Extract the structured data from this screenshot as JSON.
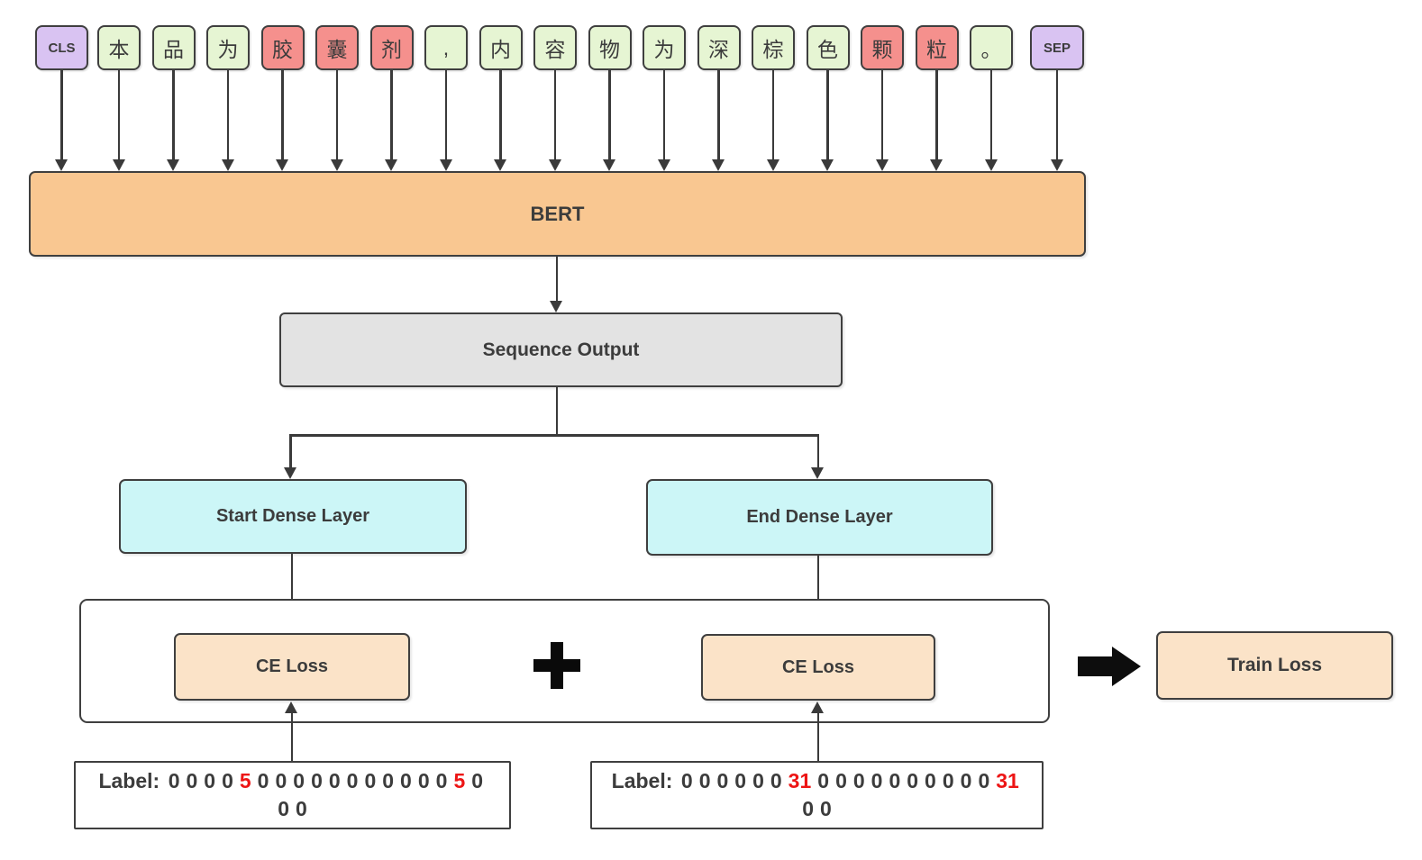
{
  "tokens": [
    {
      "text": "CLS",
      "type": "special"
    },
    {
      "text": "本",
      "type": "normal"
    },
    {
      "text": "品",
      "type": "normal"
    },
    {
      "text": "为",
      "type": "normal"
    },
    {
      "text": "胶",
      "type": "entity"
    },
    {
      "text": "囊",
      "type": "entity"
    },
    {
      "text": "剂",
      "type": "entity"
    },
    {
      "text": ",",
      "type": "normal"
    },
    {
      "text": "内",
      "type": "normal"
    },
    {
      "text": "容",
      "type": "normal"
    },
    {
      "text": "物",
      "type": "normal"
    },
    {
      "text": "为",
      "type": "normal"
    },
    {
      "text": "深",
      "type": "normal"
    },
    {
      "text": "棕",
      "type": "normal"
    },
    {
      "text": "色",
      "type": "normal"
    },
    {
      "text": "颗",
      "type": "entity"
    },
    {
      "text": "粒",
      "type": "entity"
    },
    {
      "text": "。",
      "type": "normal"
    },
    {
      "text": "SEP",
      "type": "special"
    }
  ],
  "boxes": {
    "bert": "BERT",
    "sequence_output": "Sequence Output",
    "start_dense": "Start Dense Layer",
    "end_dense": "End Dense Layer",
    "ce_loss_left": "CE Loss",
    "ce_loss_right": "CE Loss",
    "plus": "+",
    "train_loss": "Train Loss"
  },
  "start_label": {
    "prefix": "Label:",
    "lines": [
      [
        {
          "v": "0"
        },
        {
          "v": "0"
        },
        {
          "v": "0"
        },
        {
          "v": "0"
        },
        {
          "v": "5",
          "red": true
        },
        {
          "v": "0"
        },
        {
          "v": "0"
        },
        {
          "v": "0"
        },
        {
          "v": "0"
        },
        {
          "v": "0"
        },
        {
          "v": "0"
        },
        {
          "v": "0"
        },
        {
          "v": "0"
        },
        {
          "v": "0"
        },
        {
          "v": "0"
        },
        {
          "v": "0"
        },
        {
          "v": "5",
          "red": true
        },
        {
          "v": "0"
        }
      ],
      [
        {
          "v": "0"
        },
        {
          "v": "0"
        }
      ]
    ]
  },
  "end_label": {
    "prefix": "Label:",
    "lines": [
      [
        {
          "v": "0"
        },
        {
          "v": "0"
        },
        {
          "v": "0"
        },
        {
          "v": "0"
        },
        {
          "v": "0"
        },
        {
          "v": "0"
        },
        {
          "v": "31",
          "red": true
        },
        {
          "v": "0"
        },
        {
          "v": "0"
        },
        {
          "v": "0"
        },
        {
          "v": "0"
        },
        {
          "v": "0"
        },
        {
          "v": "0"
        },
        {
          "v": "0"
        },
        {
          "v": "0"
        },
        {
          "v": "0"
        },
        {
          "v": "0"
        },
        {
          "v": "31",
          "red": true
        }
      ],
      [
        {
          "v": "0"
        },
        {
          "v": "0"
        }
      ]
    ]
  },
  "colors": {
    "special_token": "#d9c3f2",
    "normal_token": "#e6f5d3",
    "entity_token": "#f5908d",
    "bert": "#f9c791",
    "sequence_output": "#e3e3e3",
    "dense_layer": "#ccf6f7",
    "loss_box": "#fbe3c8",
    "highlight": "#ed1515",
    "line": "#3a3a3a"
  }
}
